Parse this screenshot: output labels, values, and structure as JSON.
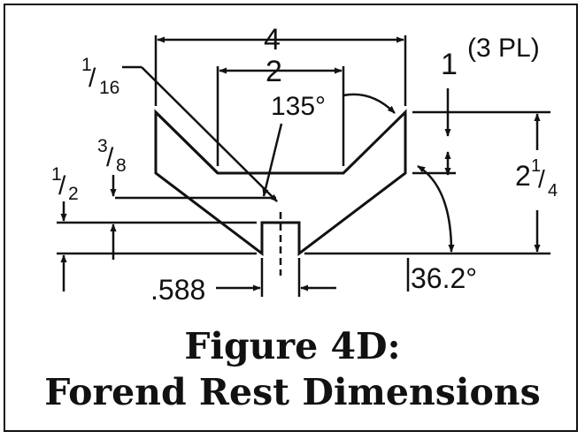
{
  "labels": {
    "width_top": "4",
    "width_inner": "2",
    "depth": "1",
    "three_pl": "(3 PL)",
    "angle_inner": "135°",
    "frac_1_16_num": "1",
    "frac_1_16_den": "16",
    "frac_3_8_num": "3",
    "frac_3_8_den": "8",
    "frac_1_2_num": "1",
    "frac_1_2_den": "2",
    "height_whole": "2",
    "height_num": "1",
    "height_den": "4",
    "slot_width": ".588",
    "angle_side": "36.2°"
  },
  "caption": {
    "line1": "Figure 4D:",
    "line2": "Forend Rest Dimensions"
  }
}
